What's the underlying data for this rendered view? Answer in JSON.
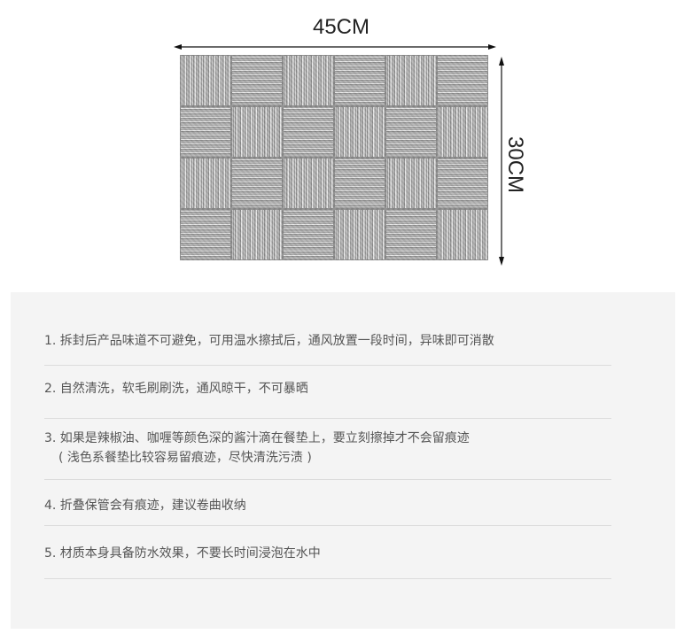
{
  "dimensions": {
    "width_label": "45CM",
    "height_label": "30CM"
  },
  "product": {
    "name": "placemat",
    "grid_cols": 6,
    "grid_rows": 4,
    "colors": {
      "light": "#e9e9e9",
      "mid": "#9a9a9a",
      "dark": "#8d8d8d"
    }
  },
  "care_instructions": {
    "items": [
      {
        "lines": [
          "1. 拆封后产品味道不可避免，可用温水擦拭后，通风放置一段时间，异味即可消散"
        ]
      },
      {
        "lines": [
          "2. 自然清洗，软毛刷刷洗，通风晾干，不可暴晒"
        ]
      },
      {
        "lines": [
          "3. 如果是辣椒油、咖喱等颜色深的酱汁滴在餐垫上，要立刻擦掉才不会留痕迹",
          "( 浅色系餐垫比较容易留痕迹，尽快清洗污渍 )"
        ]
      },
      {
        "lines": [
          "4. 折叠保管会有痕迹，建议卷曲收纳"
        ]
      },
      {
        "lines": [
          "5. 材质本身具备防水效果，不要长时间浸泡在水中"
        ]
      }
    ]
  }
}
